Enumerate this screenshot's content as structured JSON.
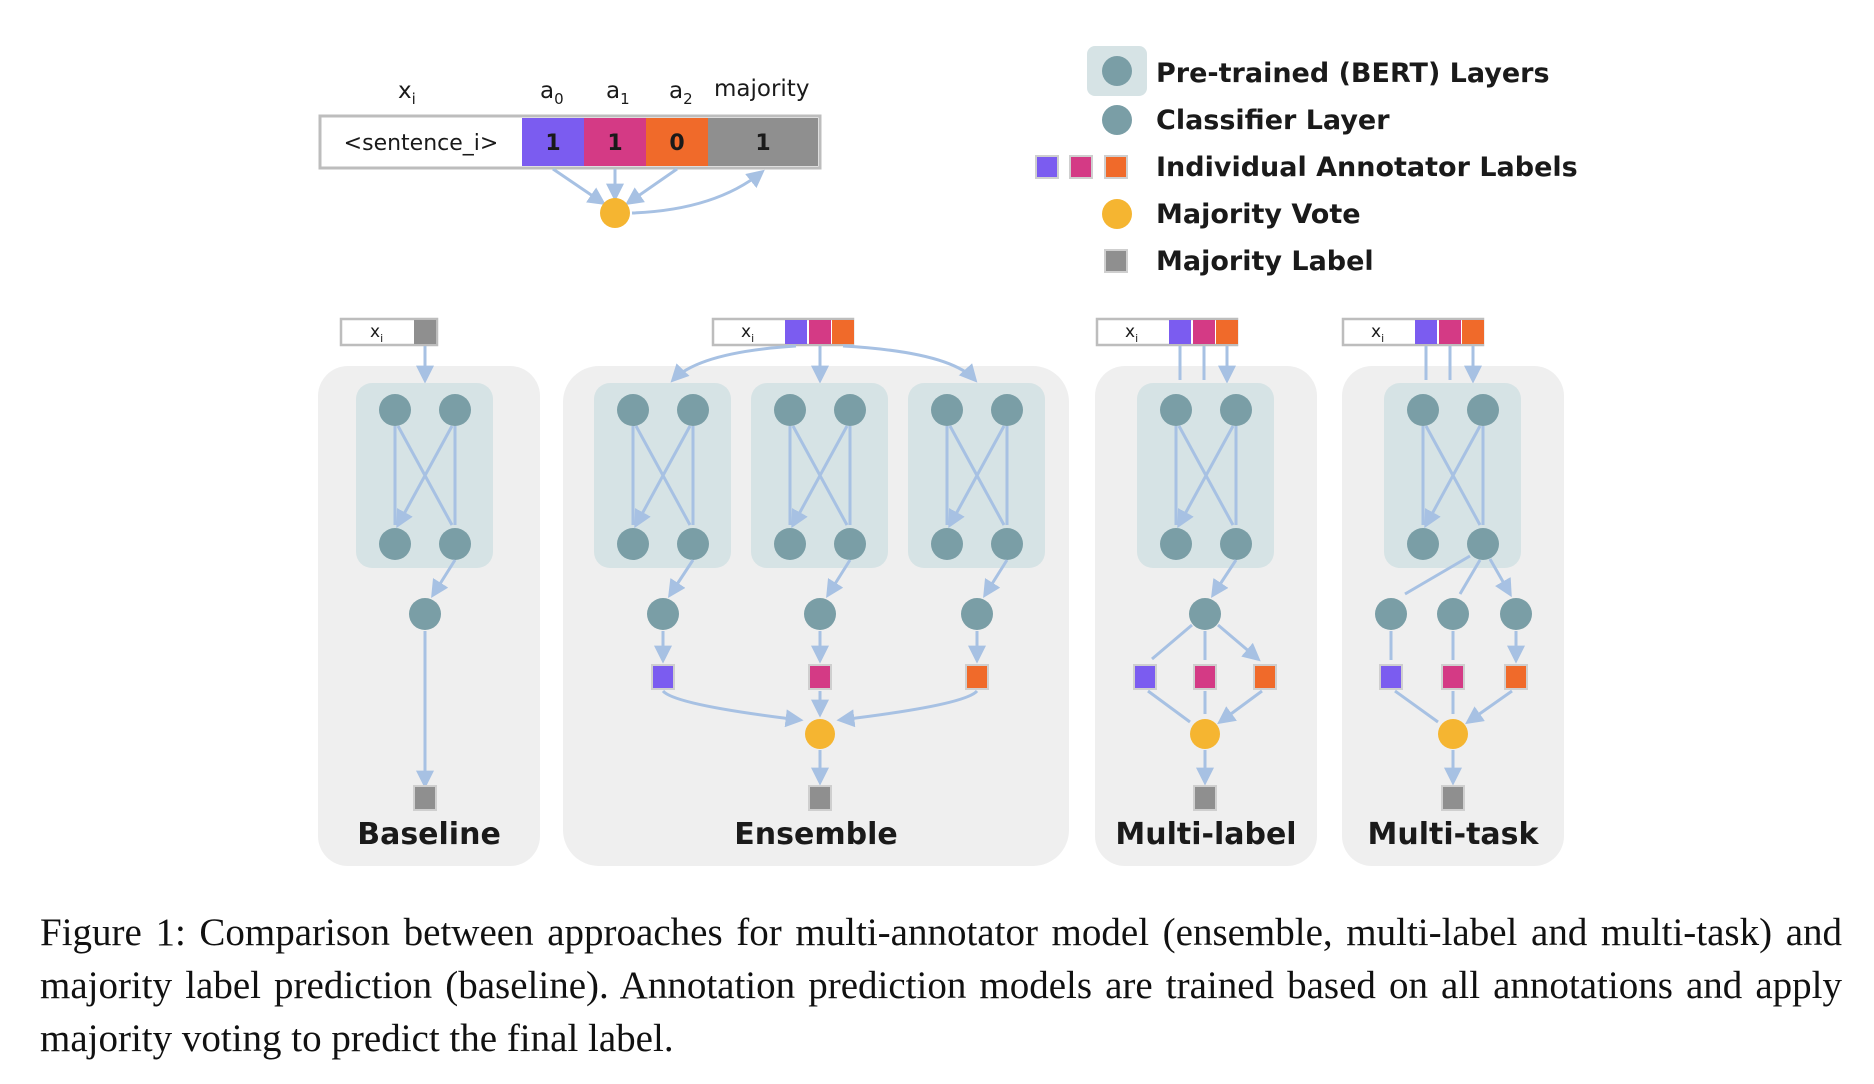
{
  "colors": {
    "annotator_0": "#7b5cf0",
    "annotator_1": "#d43a85",
    "annotator_2": "#f06a2a",
    "majority_label": "#8f8f8f",
    "majority_vote": "#f5b531",
    "classifier": "#7a9ea6",
    "bert_box": "#d6e3e5",
    "panel_bg": "#efefef",
    "arrow": "#a7c1e3"
  },
  "example_row": {
    "headers": [
      "x",
      "a",
      "a",
      "a",
      "majority"
    ],
    "header_subscripts": [
      "i",
      "0",
      "1",
      "2",
      ""
    ],
    "cells": [
      "<sentence_i>",
      "1",
      "1",
      "0",
      "1"
    ]
  },
  "legend": {
    "items": [
      {
        "icon": "bert-layer-icon",
        "label": "Pre-trained (BERT) Layers"
      },
      {
        "icon": "classifier-node-icon",
        "label": "Classifier Layer"
      },
      {
        "icon": "annotator-labels-icon",
        "label": "Individual Annotator Labels"
      },
      {
        "icon": "majority-vote-icon",
        "label": "Majority Vote"
      },
      {
        "icon": "majority-label-icon",
        "label": "Majority Label"
      }
    ]
  },
  "input_label": {
    "x": "x",
    "sub": "i"
  },
  "panels": [
    {
      "key": "baseline",
      "title": "Baseline"
    },
    {
      "key": "ensemble",
      "title": "Ensemble"
    },
    {
      "key": "multilabel",
      "title": "Multi-label"
    },
    {
      "key": "multitask",
      "title": "Multi-task"
    }
  ],
  "caption": "Figure 1: Comparison between approaches for multi-annotator model (ensemble, multi-label and multi-task) and majority label prediction (baseline).  Annotation prediction models are trained based on all annotations and apply majority voting to predict the final label."
}
